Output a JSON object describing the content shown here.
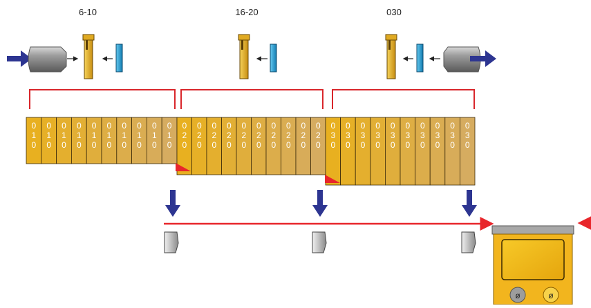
{
  "groups": [
    {
      "label": "6-10",
      "digits": [
        "0",
        "1",
        "0"
      ]
    },
    {
      "label": "16-20",
      "digits": [
        "0",
        "2",
        "0"
      ]
    },
    {
      "label": "030",
      "digits": [
        "0",
        "3",
        "0"
      ]
    }
  ],
  "cards_per_group": 10,
  "machine_buttons": [
    "ø",
    "ø"
  ],
  "colors": {
    "card": "#e8b020",
    "card_dark": "#c9952a",
    "bracket": "#d9262b",
    "flow_arrow": "#2d3591",
    "line": "#e8262b",
    "machine_body": "#f2b51e",
    "machine_top": "#9a9a9a",
    "blue_plate": "#1ea3d8"
  }
}
